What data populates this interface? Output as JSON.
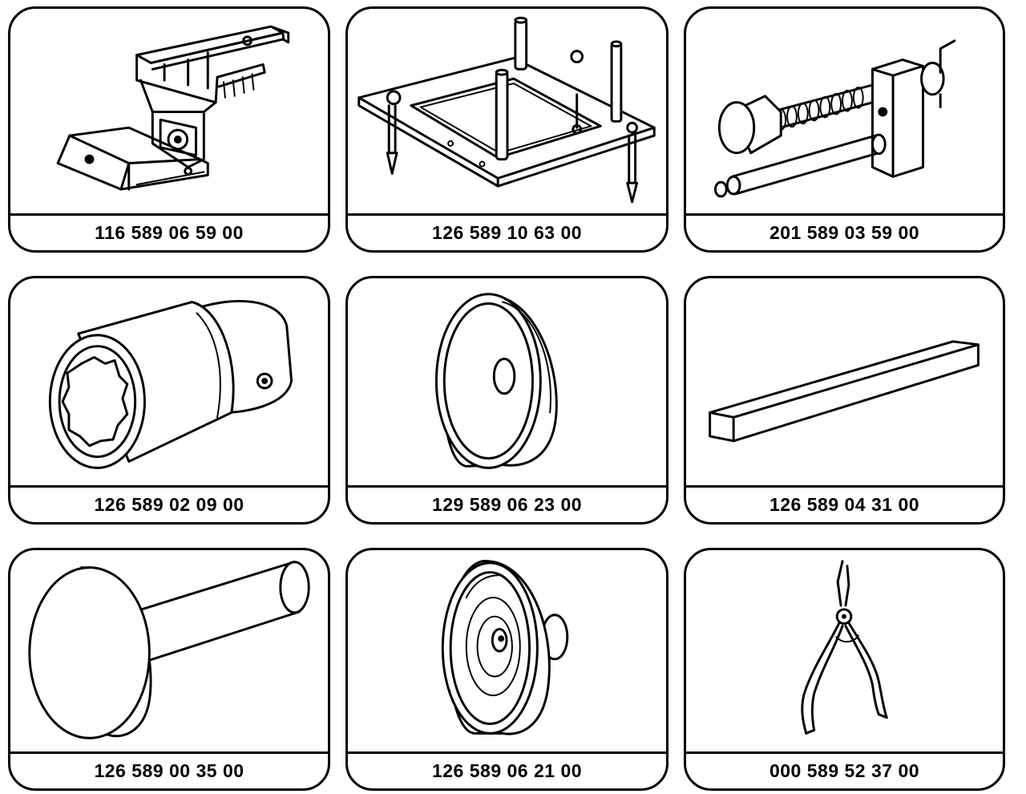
{
  "tools": [
    {
      "part_number": "116 589 06 59 00",
      "icon": "engine-support-fixture-icon"
    },
    {
      "part_number": "126 589 10 63 00",
      "icon": "mounting-plate-icon"
    },
    {
      "part_number": "201 589 03 59 00",
      "icon": "screw-puller-icon"
    },
    {
      "part_number": "126 589 02 09 00",
      "icon": "socket-icon"
    },
    {
      "part_number": "129 589 06 23 00",
      "icon": "pressure-disc-icon"
    },
    {
      "part_number": "126 589 04 31 00",
      "icon": "square-bar-icon"
    },
    {
      "part_number": "126 589 00 35 00",
      "icon": "drift-mandrel-icon"
    },
    {
      "part_number": "126 589 06 21 00",
      "icon": "thrust-pad-icon"
    },
    {
      "part_number": "000 589 52 37 00",
      "icon": "circlip-pliers-icon"
    }
  ]
}
